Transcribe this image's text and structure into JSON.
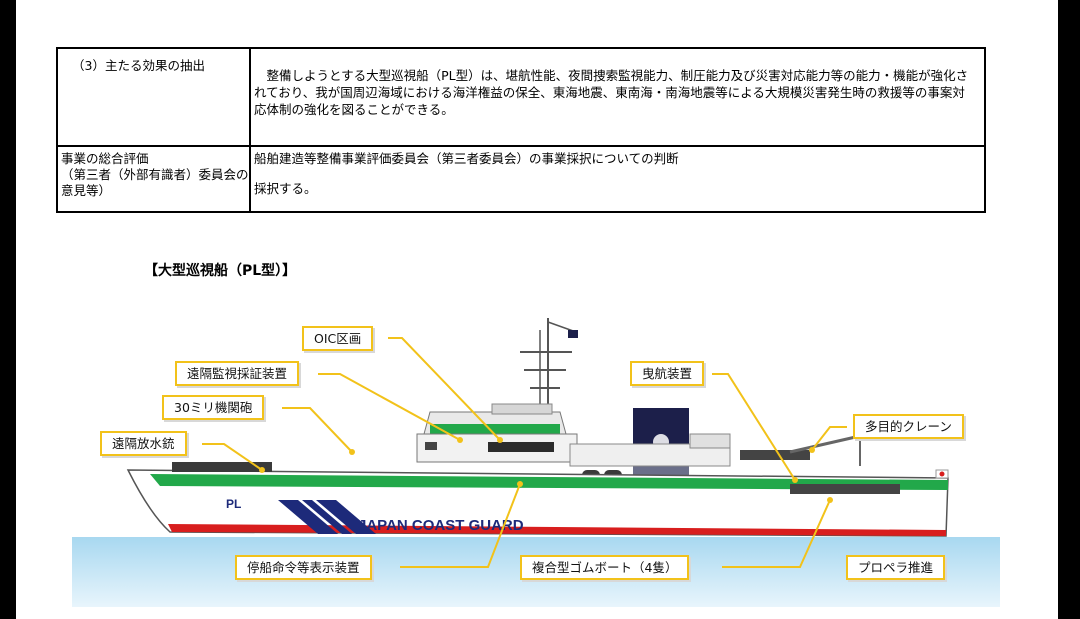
{
  "table": {
    "row1": {
      "heading": "（3）主たる効果の抽出",
      "text": "　整備しようとする大型巡視船（PL型）は、堪航性能、夜間捜索監視能力、制圧能力及び災害対応能力等の能力・機能が強化されており、我が国周辺海域における海洋権益の保全、東海地震、東南海・南海地震等による大規模災害発生時の救援等の事案対応体制の強化を図ることができる。"
    },
    "row2": {
      "heading": "事業の総合評価\n（第三者（外部有識者）委員会の意見等）",
      "line1": "船舶建造等整備事業評価委員会（第三者委員会）の事業採択についての判断",
      "line2": "採択する。"
    }
  },
  "figure": {
    "title": "【大型巡視船（PL型）】",
    "hull_text": "JAPAN COAST GUARD",
    "bow_mark": "PL",
    "callouts": {
      "oic": "OIC区画",
      "remote_surveillance": "遠隔監視採証装置",
      "gun": "30ミリ機関砲",
      "water_cannon": "遠隔放水銃",
      "towing": "曳航装置",
      "crane": "多目的クレーン",
      "stop_order": "停船命令等表示装置",
      "rib_boats": "複合型ゴムボート（4隻）",
      "propeller": "プロペラ推進"
    },
    "colors": {
      "hull": "#ffffff",
      "deck_green": "#22a84a",
      "stripe_navy": "#1d2a7a",
      "waterline_red": "#d81e1e",
      "funnel_navy": "#1c1f4a",
      "leader_line": "#f2c21a"
    }
  }
}
